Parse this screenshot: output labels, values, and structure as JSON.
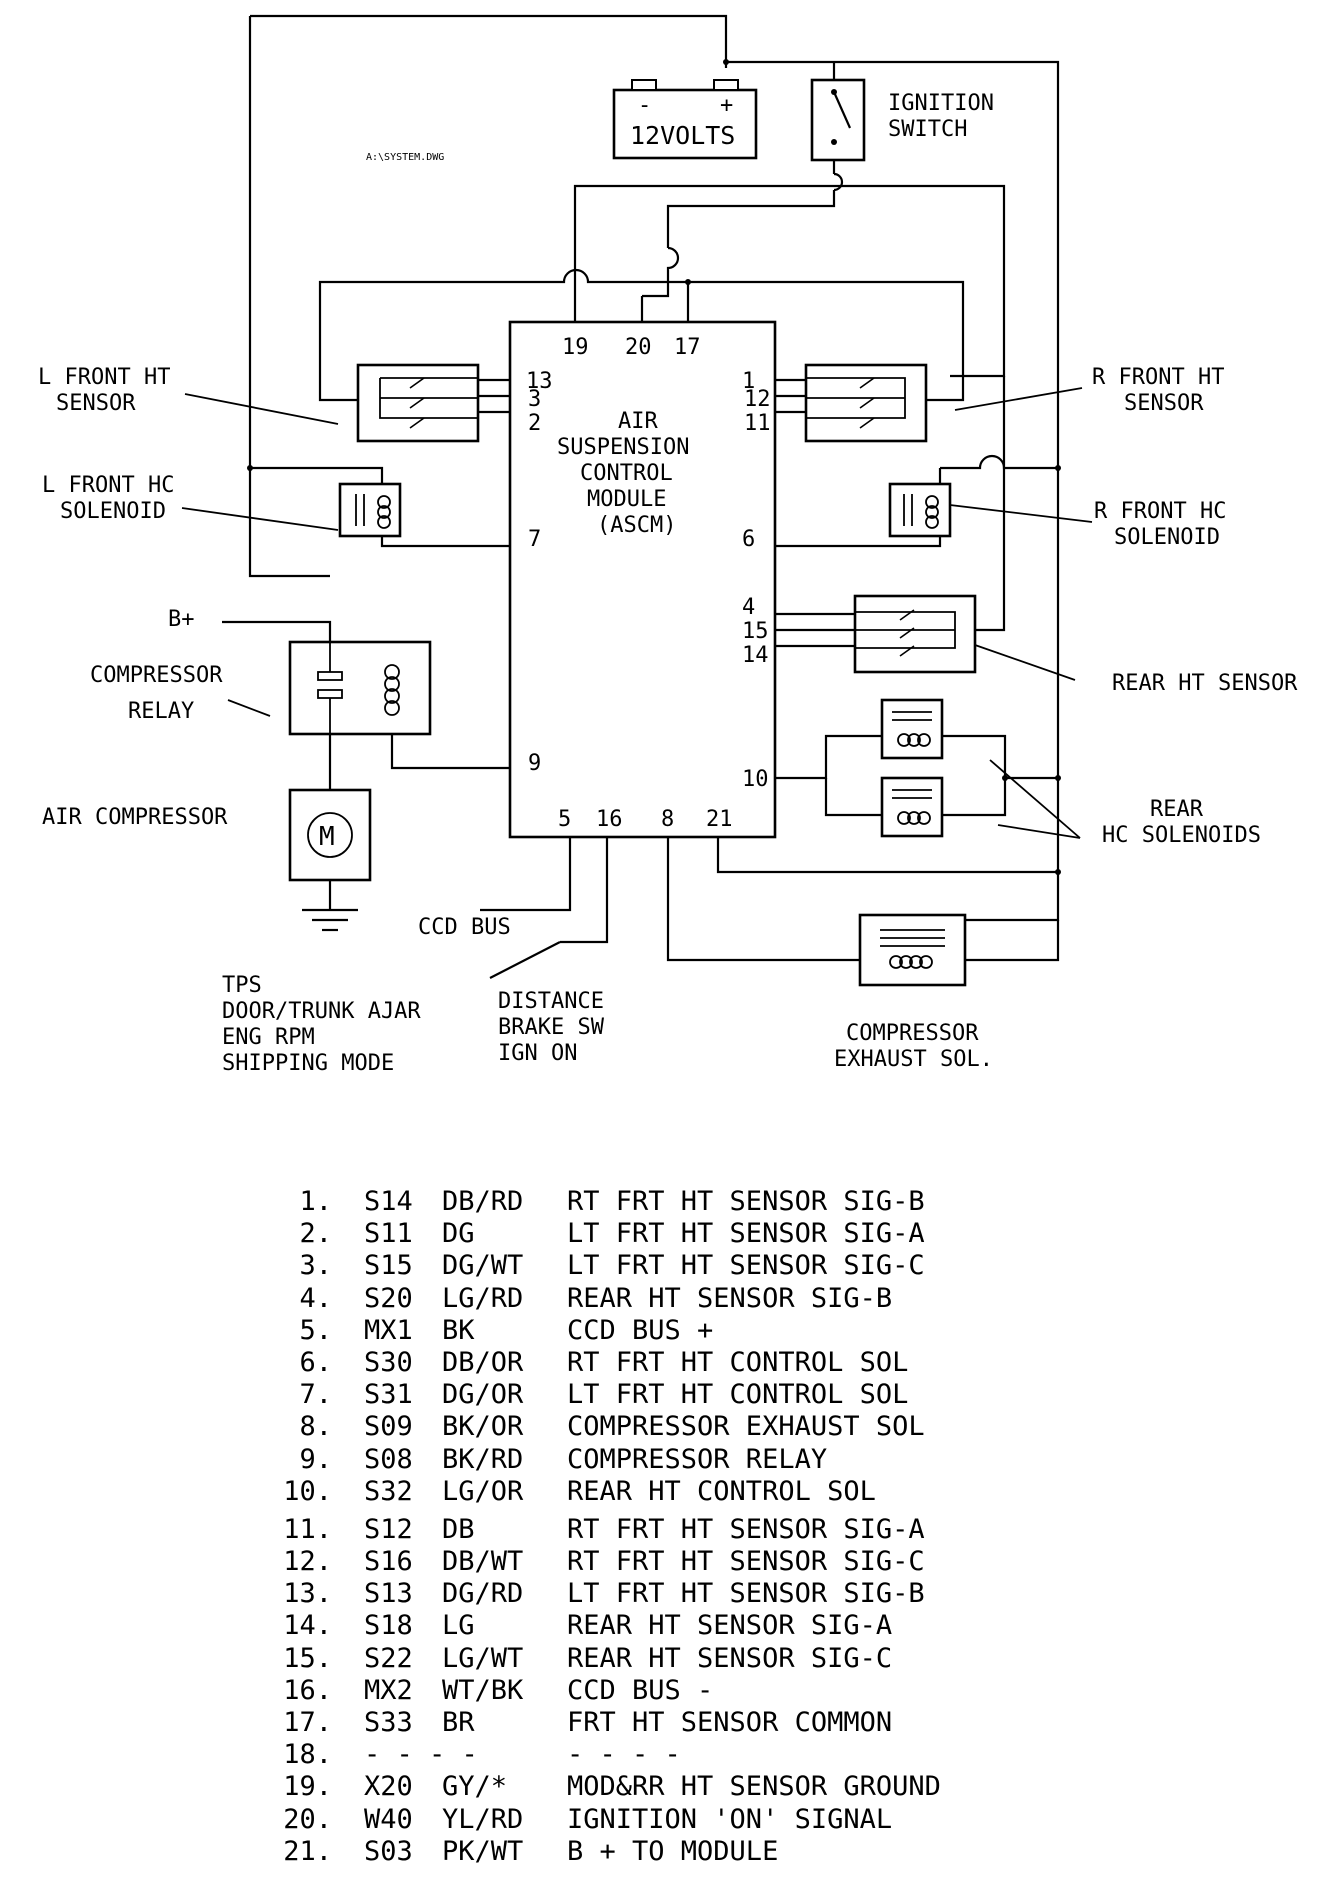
{
  "diagram": {
    "file_label": "A:\\SYSTEM.DWG",
    "battery": {
      "minus": "-",
      "plus": "+",
      "label": "12VOLTS"
    },
    "ignition_switch": [
      "IGNITION",
      "SWITCH"
    ],
    "module": {
      "name_lines": [
        "AIR",
        "SUSPENSION",
        "CONTROL",
        "MODULE",
        "(ASCM)"
      ],
      "pins_top": [
        "19",
        "20",
        "17"
      ],
      "pins_left": [
        "13",
        "3",
        "2",
        "7",
        "9"
      ],
      "pins_right": [
        "1",
        "12",
        "11",
        "6",
        "4",
        "15",
        "14",
        "10"
      ],
      "pins_bottom": [
        "5",
        "16",
        "8",
        "21"
      ]
    },
    "labels": {
      "l_front_ht_sensor": [
        "L FRONT HT",
        "SENSOR"
      ],
      "r_front_ht_sensor": [
        "R FRONT HT",
        "SENSOR"
      ],
      "l_front_hc_solenoid": [
        "L FRONT HC",
        "SOLENOID"
      ],
      "r_front_hc_solenoid": [
        "R FRONT HC",
        "SOLENOID"
      ],
      "b_plus": "B+",
      "compressor_relay": [
        "COMPRESSOR",
        "RELAY"
      ],
      "rear_ht_sensor": "REAR HT SENSOR",
      "rear_hc_solenoids": [
        "REAR",
        "HC SOLENOIDS"
      ],
      "air_compressor": "AIR COMPRESSOR",
      "motor_symbol": "M",
      "ccd_bus": "CCD BUS",
      "ccd_inputs": [
        "TPS",
        "DOOR/TRUNK AJAR",
        "ENG RPM",
        "SHIPPING MODE"
      ],
      "pin16_inputs": [
        "DISTANCE",
        "BRAKE SW",
        "IGN ON"
      ],
      "compressor_exhaust_sol": [
        "COMPRESSOR",
        "EXHAUST SOL."
      ]
    }
  },
  "pin_table": [
    {
      "num": "1.",
      "code": "S14",
      "color": "DB/RD",
      "desc": "RT FRT HT SENSOR SIG-B"
    },
    {
      "num": "2.",
      "code": "S11",
      "color": "DG",
      "desc": "LT FRT HT SENSOR SIG-A"
    },
    {
      "num": "3.",
      "code": "S15",
      "color": "DG/WT",
      "desc": "LT FRT HT SENSOR SIG-C"
    },
    {
      "num": "4.",
      "code": "S20",
      "color": "LG/RD",
      "desc": "REAR HT SENSOR SIG-B"
    },
    {
      "num": "5.",
      "code": "MX1",
      "color": "BK",
      "desc": "CCD BUS +"
    },
    {
      "num": "6.",
      "code": "S30",
      "color": "DB/OR",
      "desc": "RT FRT HT CONTROL SOL"
    },
    {
      "num": "7.",
      "code": "S31",
      "color": "DG/OR",
      "desc": "LT FRT HT CONTROL SOL"
    },
    {
      "num": "8.",
      "code": "S09",
      "color": "BK/OR",
      "desc": "COMPRESSOR EXHAUST SOL"
    },
    {
      "num": "9.",
      "code": "S08",
      "color": "BK/RD",
      "desc": "COMPRESSOR RELAY"
    },
    {
      "num": "10.",
      "code": "S32",
      "color": "LG/OR",
      "desc": "REAR HT CONTROL SOL"
    },
    {
      "num": "11.",
      "code": "S12",
      "color": "DB",
      "desc": "RT FRT HT SENSOR SIG-A"
    },
    {
      "num": "12.",
      "code": "S16",
      "color": "DB/WT",
      "desc": "RT FRT HT SENSOR SIG-C"
    },
    {
      "num": "13.",
      "code": "S13",
      "color": "DG/RD",
      "desc": "LT FRT HT SENSOR SIG-B"
    },
    {
      "num": "14.",
      "code": "S18",
      "color": "LG",
      "desc": "REAR HT SENSOR SIG-A"
    },
    {
      "num": "15.",
      "code": "S22",
      "color": "LG/WT",
      "desc": "REAR HT SENSOR SIG-C"
    },
    {
      "num": "16.",
      "code": "MX2",
      "color": "WT/BK",
      "desc": "CCD BUS -"
    },
    {
      "num": "17.",
      "code": "S33",
      "color": "BR",
      "desc": "FRT HT SENSOR COMMON"
    },
    {
      "num": "18.",
      "code": "- - - -",
      "color": "",
      "desc": "- - - -"
    },
    {
      "num": "19.",
      "code": "X20",
      "color": "GY/*",
      "desc": "MOD&RR HT SENSOR GROUND"
    },
    {
      "num": "20.",
      "code": "W40",
      "color": "YL/RD",
      "desc": "IGNITION 'ON' SIGNAL"
    },
    {
      "num": "21.",
      "code": "S03",
      "color": "PK/WT",
      "desc": "B + TO MODULE"
    }
  ]
}
